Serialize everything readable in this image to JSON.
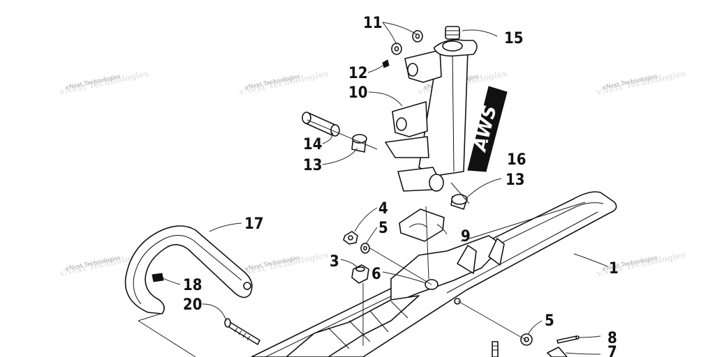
{
  "watermark": {
    "text": "vNext Technologies"
  },
  "callouts": {
    "c1": "1",
    "c3": "3",
    "c4": "4",
    "c5a": "5",
    "c5b": "5",
    "c6": "6",
    "c7": "7",
    "c8": "8",
    "c9": "9",
    "c10": "10",
    "c11": "11",
    "c12": "12",
    "c13a": "13",
    "c13b": "13",
    "c14": "14",
    "c15": "15",
    "c16": "16",
    "c17": "17",
    "c18": "18",
    "c20": "20"
  },
  "decal": {
    "text": "AWS"
  }
}
